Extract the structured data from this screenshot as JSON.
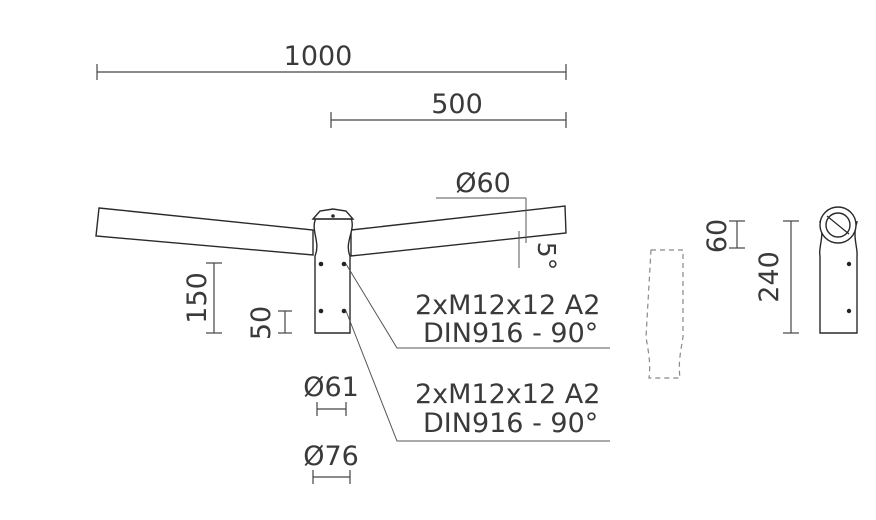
{
  "dimensions": {
    "overall_width": "1000",
    "half_width": "500",
    "arm_diameter": "Ø60",
    "arm_angle": "5°",
    "height_150": "150",
    "height_50": "50",
    "socket_inner_diameter": "Ø61",
    "socket_outer_diameter": "Ø76",
    "side_top": "60",
    "side_height": "240"
  },
  "callouts": [
    {
      "line1": "2xM12x12 A2",
      "line2": "DIN916 - 90°"
    },
    {
      "line1": "2xM12x12 A2",
      "line2": "DIN916 - 90°"
    }
  ]
}
